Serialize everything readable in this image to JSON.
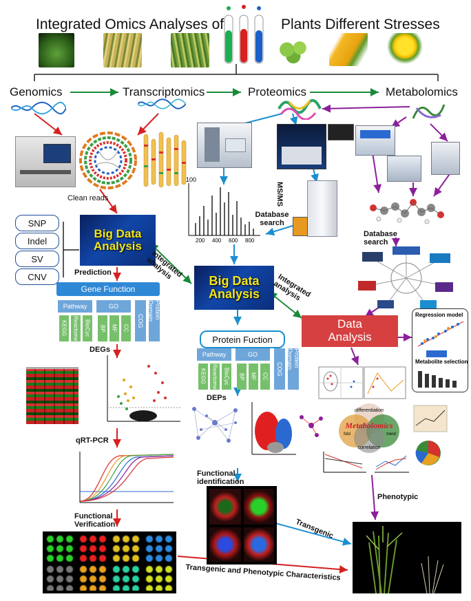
{
  "title": {
    "left": "Integrated Omics Analyses of",
    "right": "Plants Different Stresses"
  },
  "tiers": {
    "genomics": "Genomics",
    "transcriptomics": "Transcriptomics",
    "proteomics": "Proteomics",
    "metabolomics": "Metabolomics"
  },
  "clean_reads": "Clean reads",
  "variants": [
    "SNP",
    "Indel",
    "SV",
    "CNV"
  ],
  "big_data_1": {
    "line1": "Big Data",
    "line2": "Analysis"
  },
  "big_data_2": {
    "line1": "Big Data",
    "line2": "Analysis"
  },
  "prediction": "Prediction",
  "integrated_analysis_1": "Integrated analysis",
  "integrated_analysis_2": "Integrated analysis",
  "ms_ms": "MS/MS",
  "database_search_1": "Database search",
  "database_search_2": "Database search",
  "spectrum_axis": {
    "y_top": "100",
    "x_ticks": [
      "200",
      "400",
      "600",
      "800"
    ]
  },
  "gene_function": {
    "title": "Gene Function",
    "pathway": "Pathway",
    "go": "GO",
    "cog": "COG",
    "protein_domain": "Protein Domain",
    "kegg": "KEGG",
    "reactome": "Reactome",
    "biocyc": "BioCyc",
    "bp": "BP",
    "mf": "MF",
    "cc": "CC"
  },
  "protein_function": {
    "title": "Protein Fuction",
    "pathway": "Pathway",
    "go": "GO",
    "cog": "COG",
    "protein_domain": "Protein Domain",
    "kegg": "KEGG",
    "reactome": "Reactome",
    "biocyc": "BioCyc",
    "bp": "BP",
    "mf": "MF",
    "cc": "CC"
  },
  "data_analysis": {
    "line1": "Data",
    "line2": "Analysis"
  },
  "regression_model": "Regression model",
  "metabolite_selection": "Metabolite selection",
  "degs": "DEGs",
  "deps": "DEPs",
  "qrt_pcr": "qRT-PCR",
  "functional_verification": {
    "line1": "Functional",
    "line2": "Verification"
  },
  "functional_identification": {
    "line1": "Functional",
    "line2": "identification"
  },
  "transgenic": "Transgenic",
  "phenotypic": "Phenotypic",
  "transgenic_phenotypic": "Transgenic and Phenotypic Characteristics",
  "metabolomics_venn": {
    "center": "Metabolomics",
    "top": "differentiation",
    "bottom": "correlation",
    "left": "fold",
    "right": "trend"
  },
  "colors": {
    "red_arrow": "#d62020",
    "green_arrow": "#1a8a3a",
    "blue_arrow": "#1a8fd0",
    "purple_arrow": "#8b1f9a",
    "data_analysis_bg": "#d64040",
    "big_data_text": "#f5e41a"
  }
}
